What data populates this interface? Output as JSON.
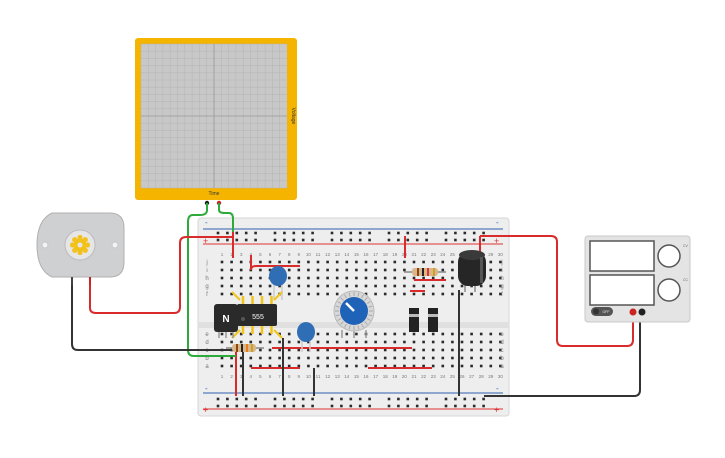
{
  "oscilloscope": {
    "x_label": "Time",
    "y_label": "Voltage"
  },
  "chip": {
    "label": "555"
  },
  "transistor": {
    "label": "N"
  },
  "power_supply": {
    "off_label": "OFF",
    "knob_label_1": "CV",
    "knob_label_2": "CC"
  },
  "breadboard": {
    "row_letters_top": [
      "j",
      "i",
      "h",
      "g",
      "f"
    ],
    "row_letters_bottom": [
      "e",
      "d",
      "c",
      "b",
      "a"
    ],
    "column_numbers": [
      "1",
      "2",
      "3",
      "4",
      "5",
      "6",
      "7",
      "8",
      "9",
      "10",
      "11",
      "12",
      "13",
      "14",
      "15",
      "16",
      "17",
      "18",
      "19",
      "20",
      "21",
      "22",
      "23",
      "24",
      "25",
      "26",
      "27",
      "28",
      "29",
      "30"
    ],
    "plus_sign": "+",
    "minus_sign": "-"
  },
  "colors": {
    "oscilloscope_frame": "#f5b400",
    "wire_red": "#d92b2b",
    "wire_black": "#333333",
    "wire_green": "#2eaa3a",
    "breadboard": "#eeeeee",
    "capacitor_blue": "#2f6db5",
    "potentiometer_blue": "#1f63b8"
  }
}
